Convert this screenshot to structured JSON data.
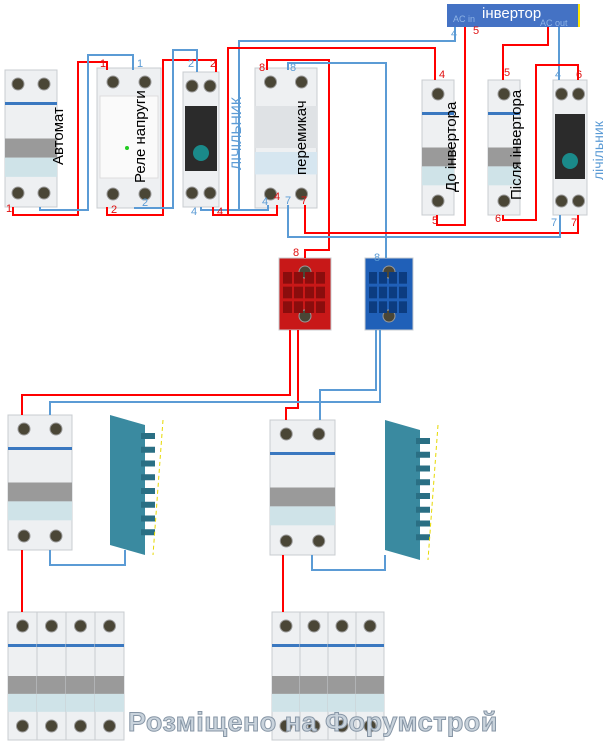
{
  "devices": {
    "breaker_main": "Автомат",
    "voltage_relay": "Реле напруги",
    "meter_1": "ЛІЧІЛЬНИК",
    "transfer_switch": "перемикач",
    "before_inverter": "До інвертора",
    "after_inverter": "Після інвертора",
    "meter_2": "лічільник"
  },
  "inverter": {
    "title": "інвертор",
    "ac_in": "AC in",
    "ac_out": "AC out"
  },
  "labels": [
    {
      "text": "1",
      "color": "red"
    },
    {
      "text": "1",
      "color": "red"
    },
    {
      "text": "1",
      "color": "blue"
    },
    {
      "text": "2",
      "color": "red"
    },
    {
      "text": "2",
      "color": "blue"
    },
    {
      "text": "2",
      "color": "blue"
    },
    {
      "text": "2",
      "color": "red"
    },
    {
      "text": "4",
      "color": "blue"
    },
    {
      "text": "4",
      "color": "red"
    },
    {
      "text": "8",
      "color": "red"
    },
    {
      "text": "8",
      "color": "blue"
    },
    {
      "text": "4",
      "color": "blue"
    },
    {
      "text": "4",
      "color": "red"
    },
    {
      "text": "7",
      "color": "blue"
    },
    {
      "text": "7",
      "color": "red"
    },
    {
      "text": "4",
      "color": "blue"
    },
    {
      "text": "5",
      "color": "red"
    },
    {
      "text": "4",
      "color": "red"
    },
    {
      "text": "5",
      "color": "red"
    },
    {
      "text": "4",
      "color": "blue"
    },
    {
      "text": "6",
      "color": "red"
    },
    {
      "text": "5",
      "color": "red"
    },
    {
      "text": "6",
      "color": "red"
    },
    {
      "text": "7",
      "color": "blue"
    },
    {
      "text": "7",
      "color": "red"
    },
    {
      "text": "8",
      "color": "red"
    },
    {
      "text": "8",
      "color": "blue"
    }
  ],
  "colors": {
    "phase_wire": "#ff0000",
    "neutral_wire": "#5b9bd5",
    "inverter": "#4472c4",
    "meter_face": "#2b2b2b",
    "meter_button": "#1a8a8a"
  },
  "watermark": "Розміщено на Форумстрой"
}
